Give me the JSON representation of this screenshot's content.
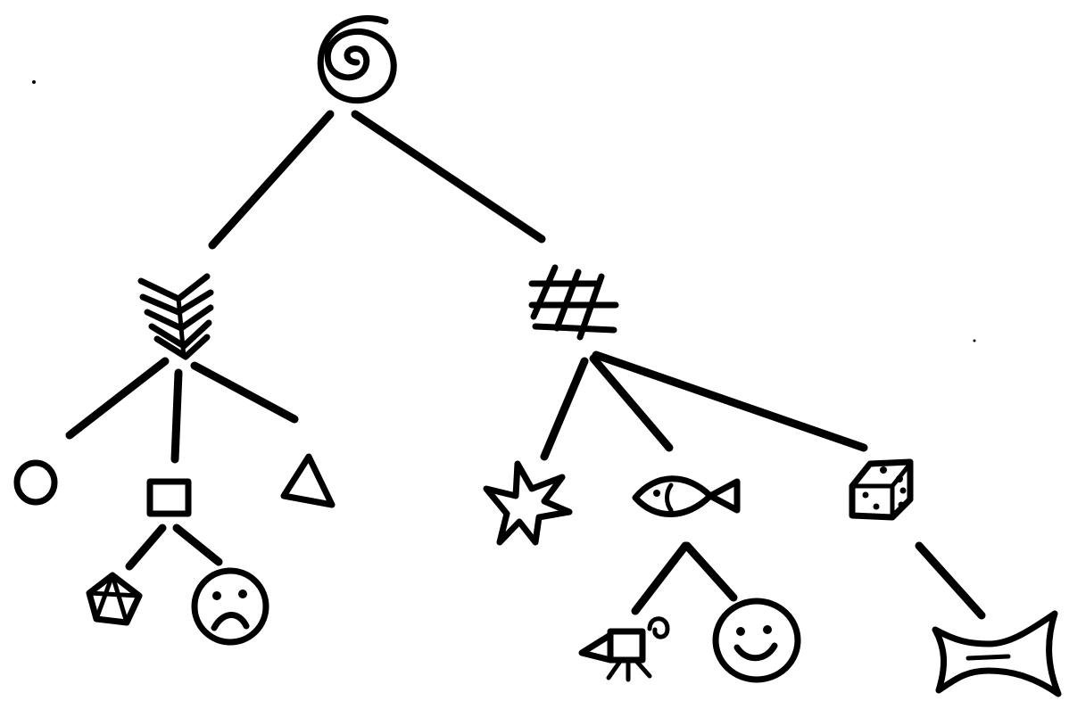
{
  "diagram": {
    "type": "hand-drawn tree of symbols",
    "ink_color": "#000000",
    "background_color": "#ffffff",
    "nodes": [
      {
        "id": "root",
        "icon": "spiral-icon",
        "level": 0
      },
      {
        "id": "chevrons",
        "icon": "chevron-stack-icon",
        "level": 1,
        "parent": "root"
      },
      {
        "id": "hash",
        "icon": "hash-grid-icon",
        "level": 1,
        "parent": "root"
      },
      {
        "id": "circle",
        "icon": "circle-icon",
        "level": 2,
        "parent": "chevrons"
      },
      {
        "id": "square",
        "icon": "square-icon",
        "level": 2,
        "parent": "chevrons"
      },
      {
        "id": "triangle",
        "icon": "triangle-icon",
        "level": 2,
        "parent": "chevrons"
      },
      {
        "id": "star",
        "icon": "star-burst-icon",
        "level": 2,
        "parent": "hash"
      },
      {
        "id": "fish",
        "icon": "fish-icon",
        "level": 2,
        "parent": "hash"
      },
      {
        "id": "dice",
        "icon": "dice-icon",
        "level": 2,
        "parent": "hash"
      },
      {
        "id": "pentagon",
        "icon": "pentagon-icon",
        "level": 3,
        "parent": "square"
      },
      {
        "id": "sad-face",
        "icon": "sad-face-icon",
        "level": 3,
        "parent": "square"
      },
      {
        "id": "camera",
        "icon": "camera-tripod-icon",
        "level": 3,
        "parent": "fish"
      },
      {
        "id": "smiley",
        "icon": "smiley-face-icon",
        "level": 3,
        "parent": "fish"
      },
      {
        "id": "bowtie",
        "icon": "bowtie-icon",
        "level": 3,
        "parent": "dice"
      }
    ]
  }
}
